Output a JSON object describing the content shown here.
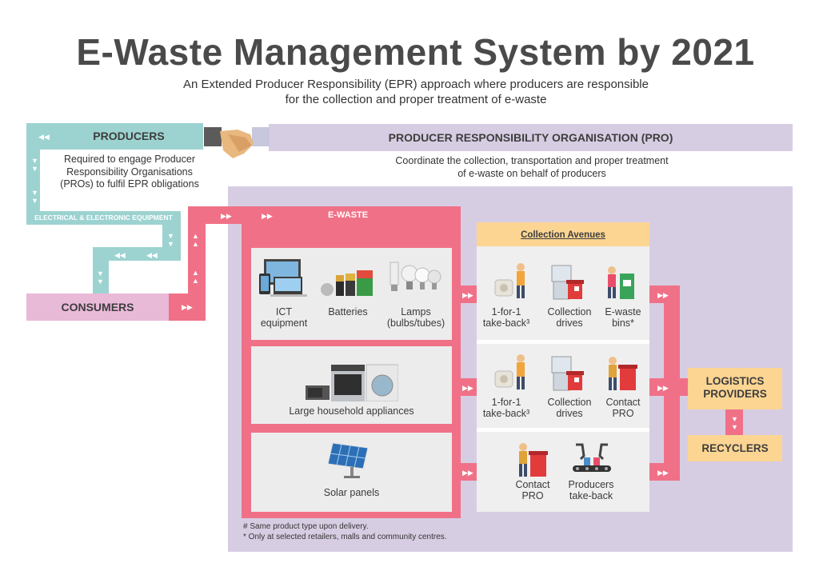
{
  "title": "E-Waste Management System by 2021",
  "subtitle_line1": "An Extended Producer Responsibility (EPR) approach where producers are responsible",
  "subtitle_line2": "for the collection and proper treatment of e-waste",
  "producers": {
    "label": "PRODUCERS",
    "desc_line1": "Required to engage Producer",
    "desc_line2": "Responsibility Organisations",
    "desc_line3": "(PROs) to fulfil EPR obligations"
  },
  "pro": {
    "label": "PRODUCER RESPONSIBILITY ORGANISATION (PRO)",
    "desc_line1": "Coordinate the collection, transportation and proper treatment",
    "desc_line2": "of e-waste on behalf of producers"
  },
  "eee_label": "ELECTRICAL & ELECTRONIC EQUIPMENT",
  "consumers_label": "CONSUMERS",
  "ewaste_label": "E-WASTE",
  "categories": {
    "ict_line1": "ICT",
    "ict_line2": "equipment",
    "batteries": "Batteries",
    "lamps_line1": "Lamps",
    "lamps_line2": "(bulbs/tubes)",
    "large": "Large household appliances",
    "solar": "Solar panels"
  },
  "collection": {
    "heading": "Collection Avenues",
    "row1": [
      {
        "l1": "1-for-1",
        "l2": "take-back³"
      },
      {
        "l1": "Collection",
        "l2": "drives"
      },
      {
        "l1": "E-waste",
        "l2": "bins*"
      }
    ],
    "row2": [
      {
        "l1": "1-for-1",
        "l2": "take-back³"
      },
      {
        "l1": "Collection",
        "l2": "drives"
      },
      {
        "l1": "Contact",
        "l2": "PRO"
      }
    ],
    "row3": [
      {
        "l1": "Contact",
        "l2": "PRO"
      },
      {
        "l1": "Producers",
        "l2": "take-back"
      }
    ]
  },
  "logistics_line1": "LOGISTICS",
  "logistics_line2": "PROVIDERS",
  "recyclers": "RECYCLERS",
  "footnote1": "#  Same product type upon delivery.",
  "footnote2": "*  Only at selected retailers, malls and community centres.",
  "colors": {
    "teal": "#9cd3d1",
    "pink": "#f07187",
    "lavender": "#d7cde3",
    "yellow": "#fcd593",
    "consumer_pink": "#e9b9d8"
  },
  "icons": [
    "handshake-icon",
    "ict-devices-icon",
    "batteries-icon",
    "lamps-icon",
    "appliances-icon",
    "solar-panel-icon",
    "worker-takeback-icon",
    "collection-drive-icon",
    "ewaste-bin-icon",
    "contact-pro-icon",
    "robot-arm-icon"
  ]
}
